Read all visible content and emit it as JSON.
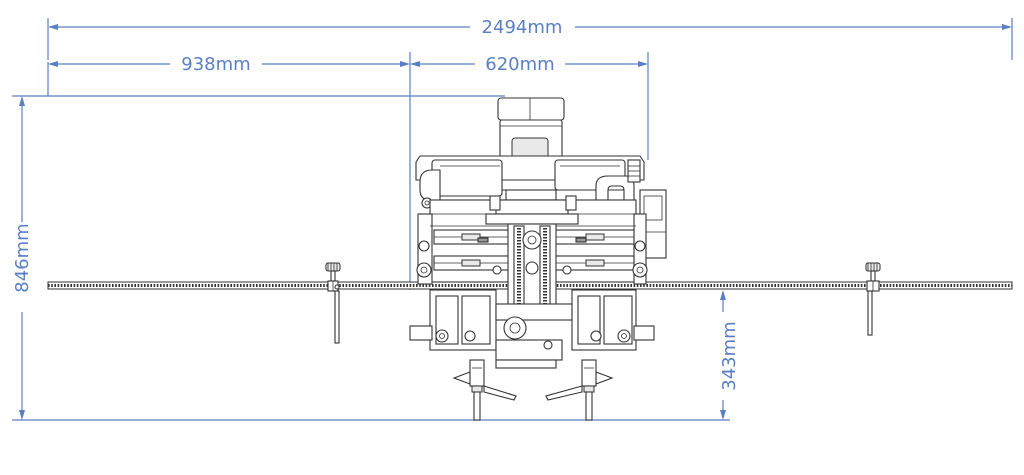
{
  "dimensions": {
    "overall_width": "2494mm",
    "left_offset": "938mm",
    "center_width": "620mm",
    "overall_height": "846mm",
    "base_height": "343mm"
  },
  "colors": {
    "dimension": "#5a7fc4",
    "outline": "#333333"
  }
}
